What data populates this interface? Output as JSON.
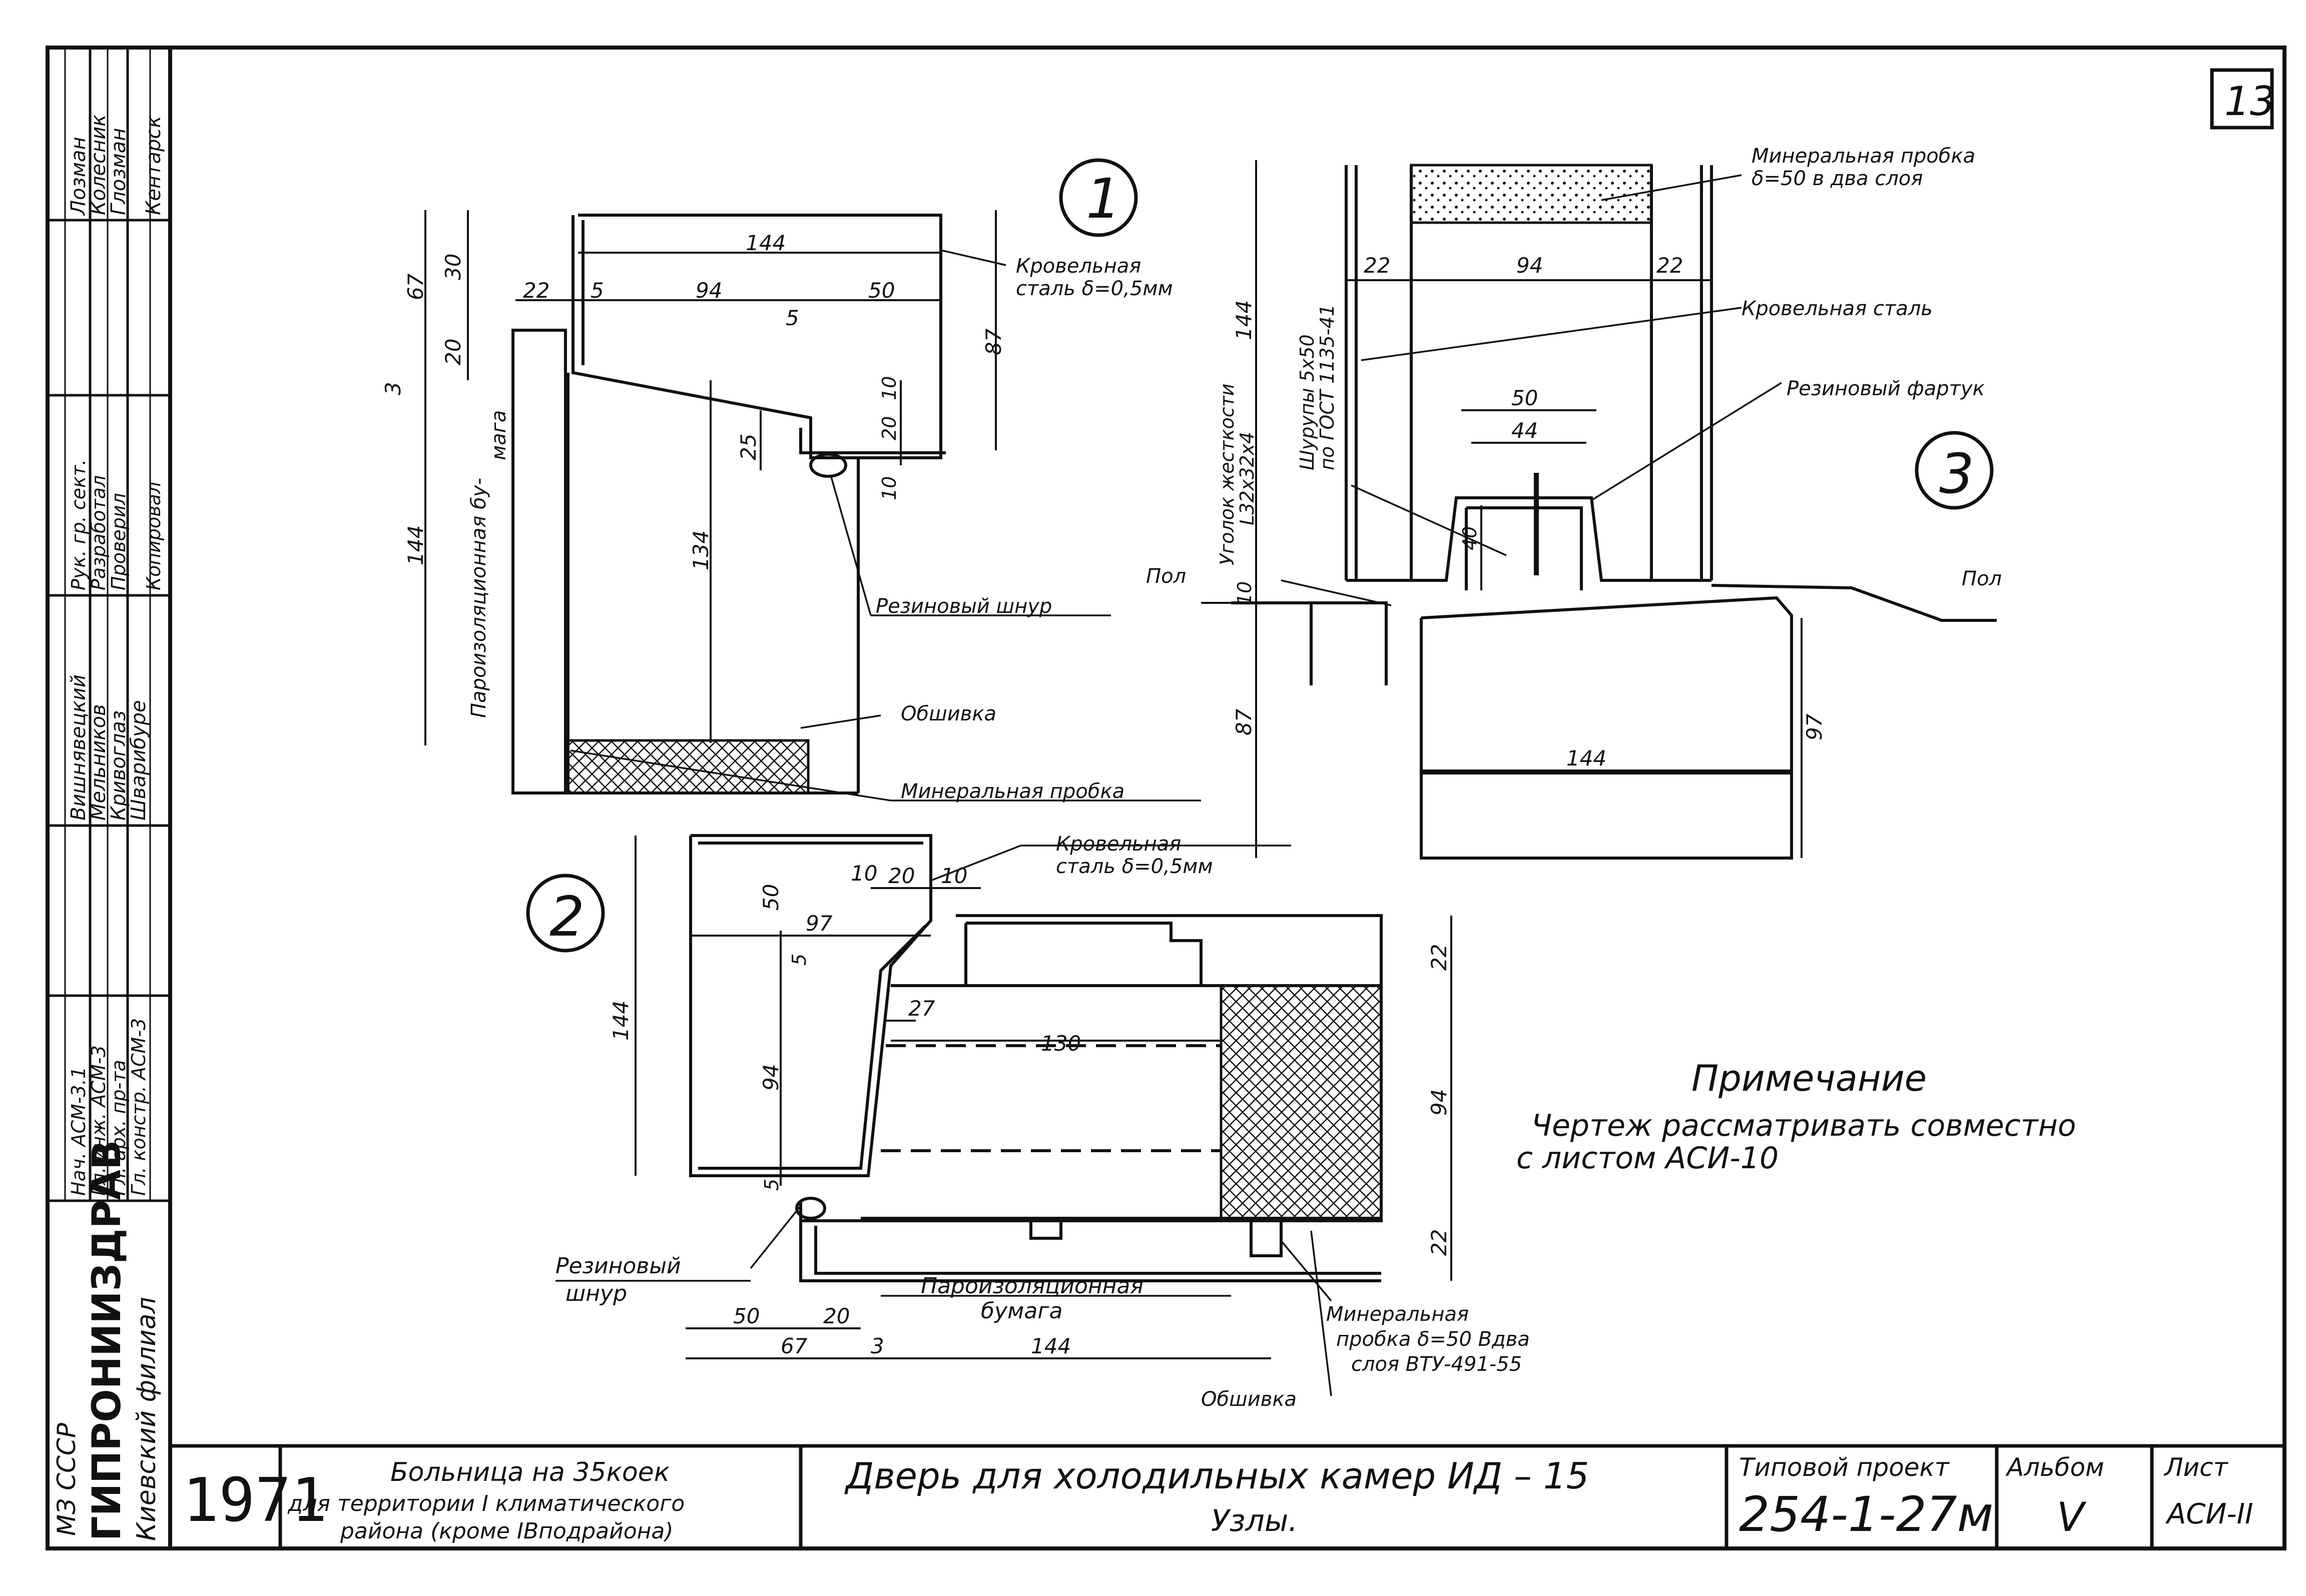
{
  "sheet_number": "13",
  "note": {
    "title": "Примечание",
    "line1": "Чертеж рассматривать совместно",
    "line2": "с листом АСИ-10"
  },
  "title_block": {
    "year": "1971",
    "project_line1": "Больница на 35коек",
    "project_line2": "для территории I климатического",
    "project_line3": "района (кроме IВподрайона)",
    "drawing_title_line1": "Дверь для холодильных камер ИД – 15",
    "drawing_title_line2": "Узлы.",
    "typical_project_label": "Типовой проект",
    "typical_project_number": "254-1-27м",
    "album_label": "Альбом",
    "album_value": "V",
    "sheet_label": "Лист",
    "sheet_value": "АСИ-II"
  },
  "side_stamp": {
    "org_ministry": "МЗ СССР",
    "org_name": "ГИПРОНИИЗДРАВ",
    "org_branch": "Киевский филиал",
    "roles": [
      "Нач. АСМ-3.1",
      "Гл. инж. АСМ-3",
      "Гл. арх. пр-та",
      "Гл. констр. АСМ-3",
      "Рук. гр. сект.",
      "Разработал",
      "Проверил",
      "Копировал"
    ],
    "names": [
      "Вишнявецкий",
      "Мельников",
      "Кривоглаз",
      "Шварибуре",
      "Лозман",
      "Колесник",
      "Глозман",
      "Кентарск"
    ]
  },
  "detail1": {
    "callout": "1",
    "dims": {
      "top_width": "144",
      "d22": "22",
      "d5a": "5",
      "d94": "94",
      "d50": "50",
      "d5b": "5",
      "h67": "67",
      "h30": "30",
      "h20": "20",
      "h3": "3",
      "h144": "144",
      "h87": "87",
      "h25": "25",
      "h20b": "20",
      "h10": "10",
      "h10b": "10",
      "h134": "134"
    },
    "labels": {
      "roof_steel_1": "Кровельная",
      "roof_steel_2": "сталь δ=0,5мм",
      "vapor_1": "Пароизоляционная бу-",
      "vapor_2": "мага",
      "rubber_cord": "Резиновый шнур",
      "lining": "Обшивка",
      "mineral_cork": "Минеральная пробка"
    }
  },
  "detail2": {
    "callout": "2",
    "dims": {
      "d10a": "10",
      "d20": "20",
      "d10b": "10",
      "h50": "50",
      "d97": "97",
      "h5a": "5",
      "d27": "27",
      "d130": "130",
      "h144": "144",
      "h94": "94",
      "h5b": "5",
      "r22a": "22",
      "r94": "94",
      "r22b": "22",
      "b50": "50",
      "b20": "20",
      "b67": "67",
      "b3": "3",
      "b144": "144"
    },
    "labels": {
      "roof_steel_1": "Кровельная",
      "roof_steel_2": "сталь δ=0,5мм",
      "rubber_cord_1": "Резиновый",
      "rubber_cord_2": "шнур",
      "vapor_1": "Пароизоляционная",
      "vapor_2": "бумага",
      "mineral_1": "Минеральная",
      "mineral_2": "пробка δ=50 Вдва",
      "mineral_3": "слоя ВТУ-491-55",
      "lining": "Обшивка"
    }
  },
  "detail3": {
    "callout": "3",
    "dims": {
      "d22a": "22",
      "d94": "94",
      "d22b": "22",
      "h144": "144",
      "d50": "50",
      "d44": "44",
      "h40": "40",
      "h10": "10",
      "h87": "87",
      "d144": "144",
      "h97": "97"
    },
    "labels": {
      "mineral_1": "Минеральная пробка",
      "mineral_2": "δ=50 в два слоя",
      "roof_steel": "Кровельная сталь",
      "rubber_apron": "Резиновый фартук",
      "angle_1": "Уголок жесткости",
      "angle_2": "L32x32x4",
      "screws_1": "Шурупы 5x50",
      "screws_2": "по ГОСТ 1135-41",
      "floor_left": "Пол",
      "floor_right": "Пол"
    }
  }
}
